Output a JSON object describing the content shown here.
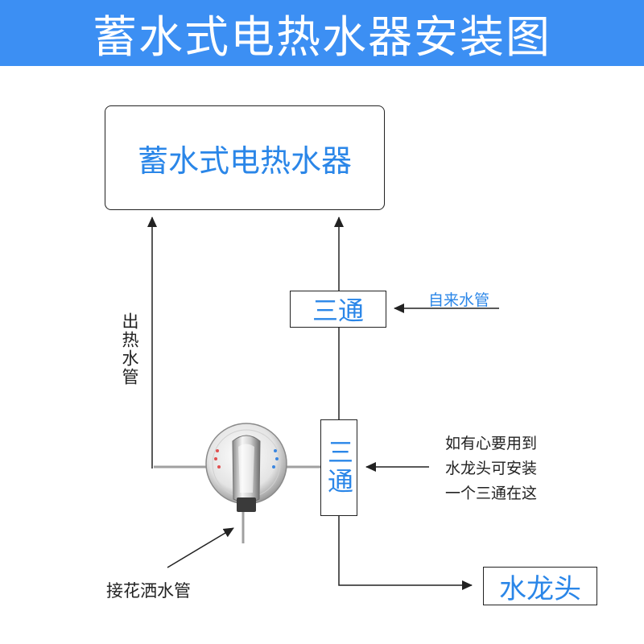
{
  "header": {
    "title": "蓄水式电热水器安装图"
  },
  "diagram": {
    "heater_label": "蓄水式电热水器",
    "tee_top_label": "三通",
    "tee_mid_label": "三通",
    "faucet_label": "水龙头",
    "supply_pipe_label": "自来水管",
    "hot_out_pipe_label": "出热水管",
    "note_lines": [
      "如有心要用到",
      "水龙头可安装",
      "一个三通在这"
    ],
    "shower_pipe_label": "接花洒水管"
  },
  "colors": {
    "banner": "#3c8ff3",
    "accent_text": "#2a86e8",
    "line": "#222222",
    "pipe": "#9a9a9a"
  }
}
